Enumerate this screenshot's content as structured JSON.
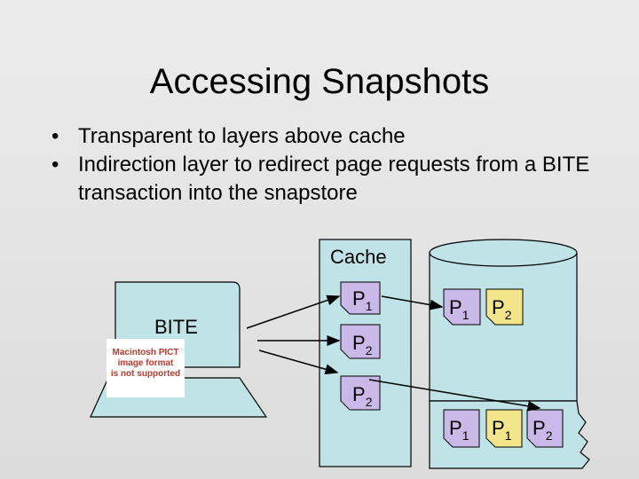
{
  "title": "Accessing Snapshots",
  "bullets": [
    "Transparent to layers above cache",
    "Indirection layer to redirect page requests from a BITE transaction into the snapstore"
  ],
  "bullet_symbol": "•",
  "diagram": {
    "bite_label": "BITE",
    "cache_label": "Cache",
    "pict_placeholder_lines": [
      "Macintosh PICT",
      "image format",
      "is not supported"
    ],
    "cache_pages": [
      {
        "base": "P",
        "sub": "1"
      },
      {
        "base": "P",
        "sub": "2"
      },
      {
        "base": "P",
        "sub": "2"
      }
    ],
    "snapstore_pages": [
      {
        "base": "P",
        "sub": "1"
      },
      {
        "base": "P",
        "sub": "2"
      }
    ],
    "bottom_pages": [
      {
        "base": "P",
        "sub": "1"
      },
      {
        "base": "P",
        "sub": "1"
      },
      {
        "base": "P",
        "sub": "2"
      }
    ],
    "colors": {
      "fill": "#bfe3e6",
      "page_fill": "#c9b8e8",
      "page_fill_yellow": "#f2e58a",
      "outline": "#000000"
    }
  }
}
